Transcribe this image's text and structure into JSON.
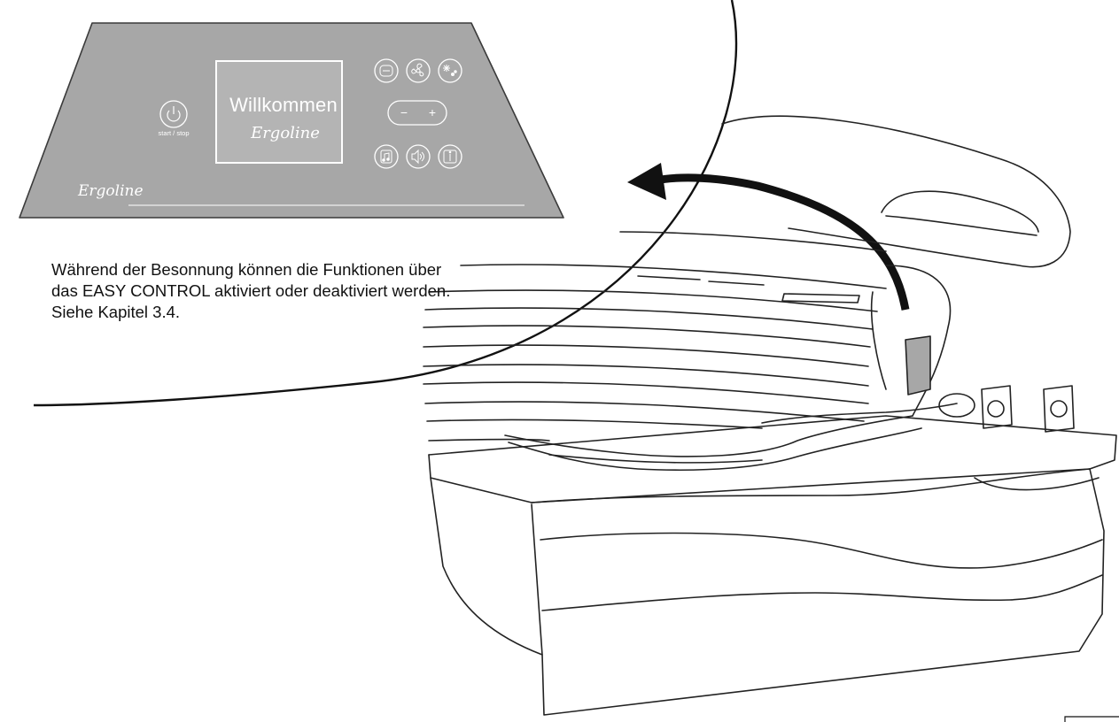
{
  "panel": {
    "screen_title": "Willkommen",
    "screen_brand": "Ergoline",
    "footer_brand": "Ergoline",
    "power_label": "start / stop",
    "minus_symbol": "−",
    "plus_symbol": "+",
    "panel_color": "#a7a7a7",
    "screen_color": "#b4b4b4",
    "buttons_row1": [
      "body-cooling-icon",
      "fan-icon",
      "aqua-fresh-icon"
    ],
    "buttons_row2": [
      "music-icon",
      "volume-icon",
      "info-icon"
    ]
  },
  "description": {
    "lines": [
      "Während der Besonnung können die Funktionen über",
      "das EASY CONTROL aktiviert oder deaktiviert werden.",
      "Siehe Kapitel 3.4."
    ]
  }
}
